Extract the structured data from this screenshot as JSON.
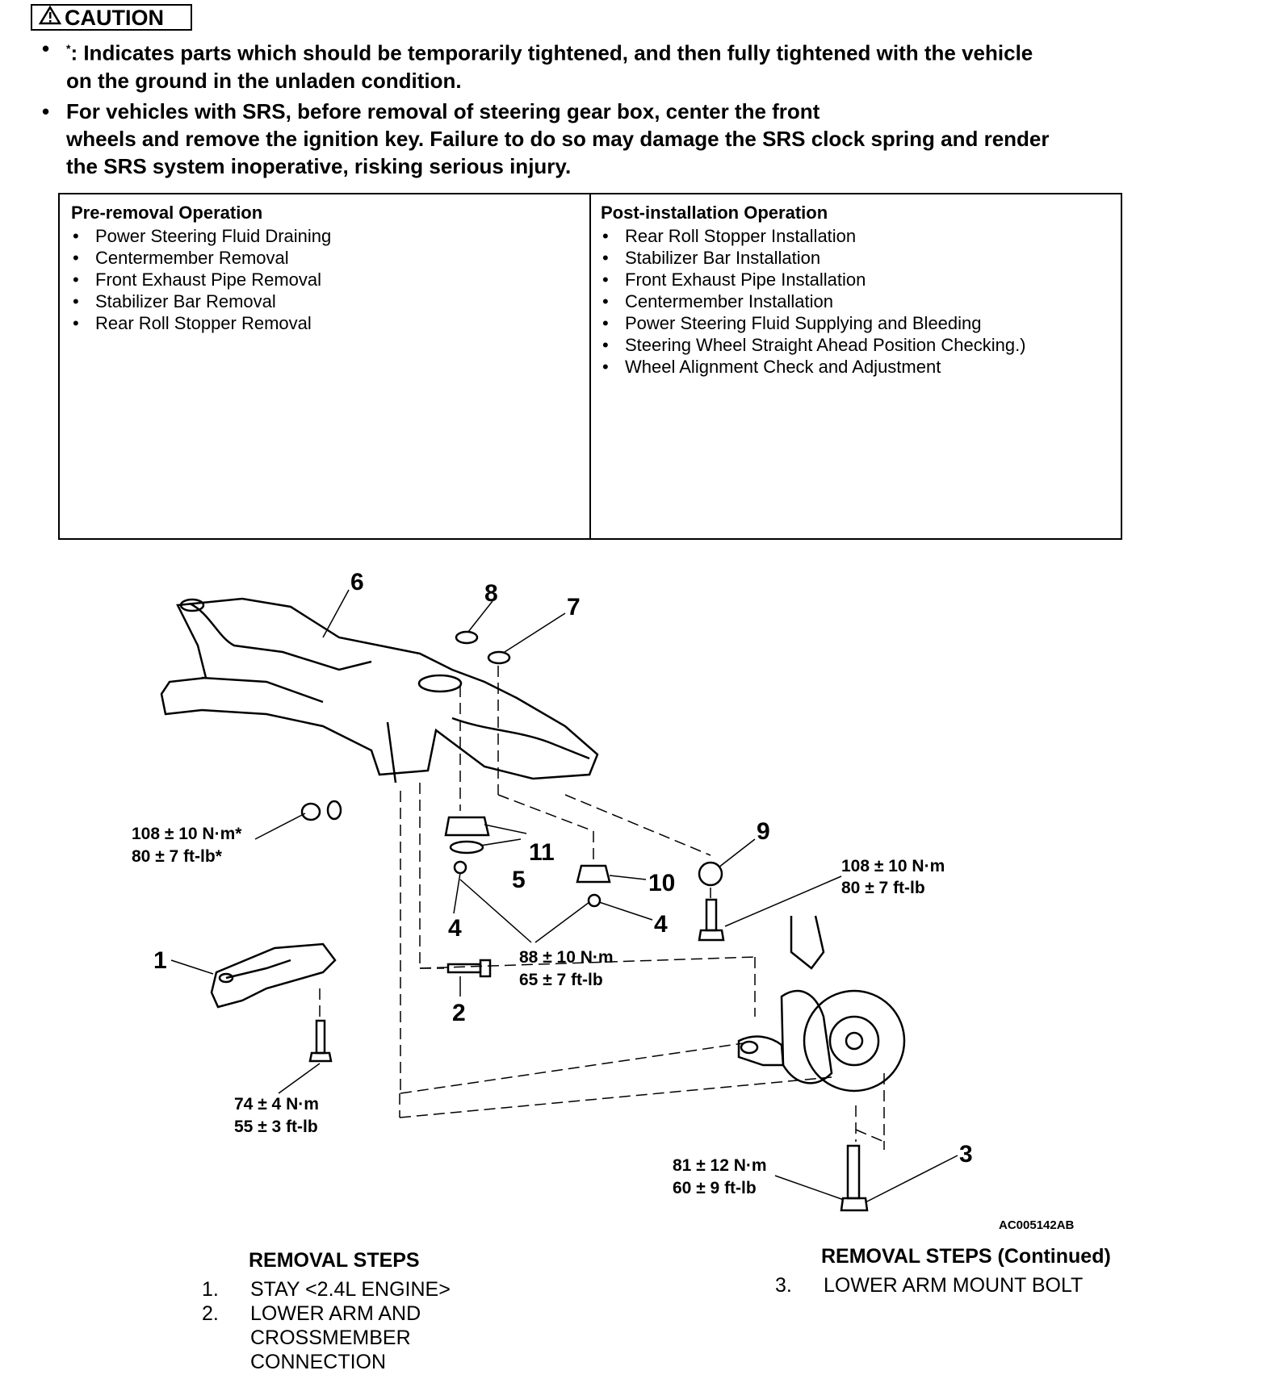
{
  "caution": {
    "label": "CAUTION",
    "bullets": [
      {
        "line1": ": Indicates parts which should be temporarily tightened, and then fully tightened with the vehicle",
        "line2": "on the ground in the unladen condition."
      },
      {
        "line1": "For vehicles with SRS, before removal of steering gear box, center the front",
        "line2": "wheels and remove the ignition key. Failure to do so may damage the SRS clock spring and render",
        "line3": "the SRS system inoperative, risking serious injury."
      }
    ],
    "star": "*"
  },
  "operations": {
    "pre": {
      "title": "Pre-removal Operation",
      "items": [
        "Power Steering Fluid Draining",
        "Centermember Removal",
        "Front Exhaust Pipe Removal",
        "Stabilizer Bar Removal",
        "Rear Roll Stopper Removal"
      ]
    },
    "post": {
      "title": "Post-installation Operation",
      "items": [
        "Rear Roll Stopper Installation",
        "Stabilizer Bar Installation",
        "Front Exhaust Pipe Installation",
        "Centermember Installation",
        "Power Steering Fluid Supplying and Bleeding",
        "Steering Wheel Straight Ahead Position Checking.)",
        "Wheel Alignment Check and Adjustment"
      ]
    }
  },
  "diagram": {
    "callouts": {
      "c1": "1",
      "c2": "2",
      "c3": "3",
      "c4a": "4",
      "c4b": "4",
      "c5": "5",
      "c6": "6",
      "c7": "7",
      "c8": "8",
      "c9": "9",
      "c10": "10",
      "c11": "11"
    },
    "torques": {
      "t1a": "108 ± 10 N·m*",
      "t1b": "80 ± 7 ft-lb*",
      "t2a": "108 ± 10 N·m",
      "t2b": "80 ± 7 ft-lb",
      "t3a": "88 ± 10 N·m",
      "t3b": "65 ± 7 ft-lb",
      "t4a": "74 ± 4 N·m",
      "t4b": "55 ± 3 ft-lb",
      "t5a": "81 ± 12 N·m",
      "t5b": "60 ± 9 ft-lb"
    },
    "figure_id": "AC005142AB"
  },
  "removal": {
    "heading": "REMOVAL STEPS",
    "steps": [
      {
        "num": "1.",
        "label": "STAY <2.4L ENGINE>"
      },
      {
        "num": "2.",
        "label": "LOWER ARM AND CROSSMEMBER CONNECTION"
      }
    ],
    "cont_heading": "REMOVAL STEPS (Continued)",
    "cont_steps": [
      {
        "num": "3.",
        "label": "LOWER ARM MOUNT BOLT"
      }
    ]
  }
}
